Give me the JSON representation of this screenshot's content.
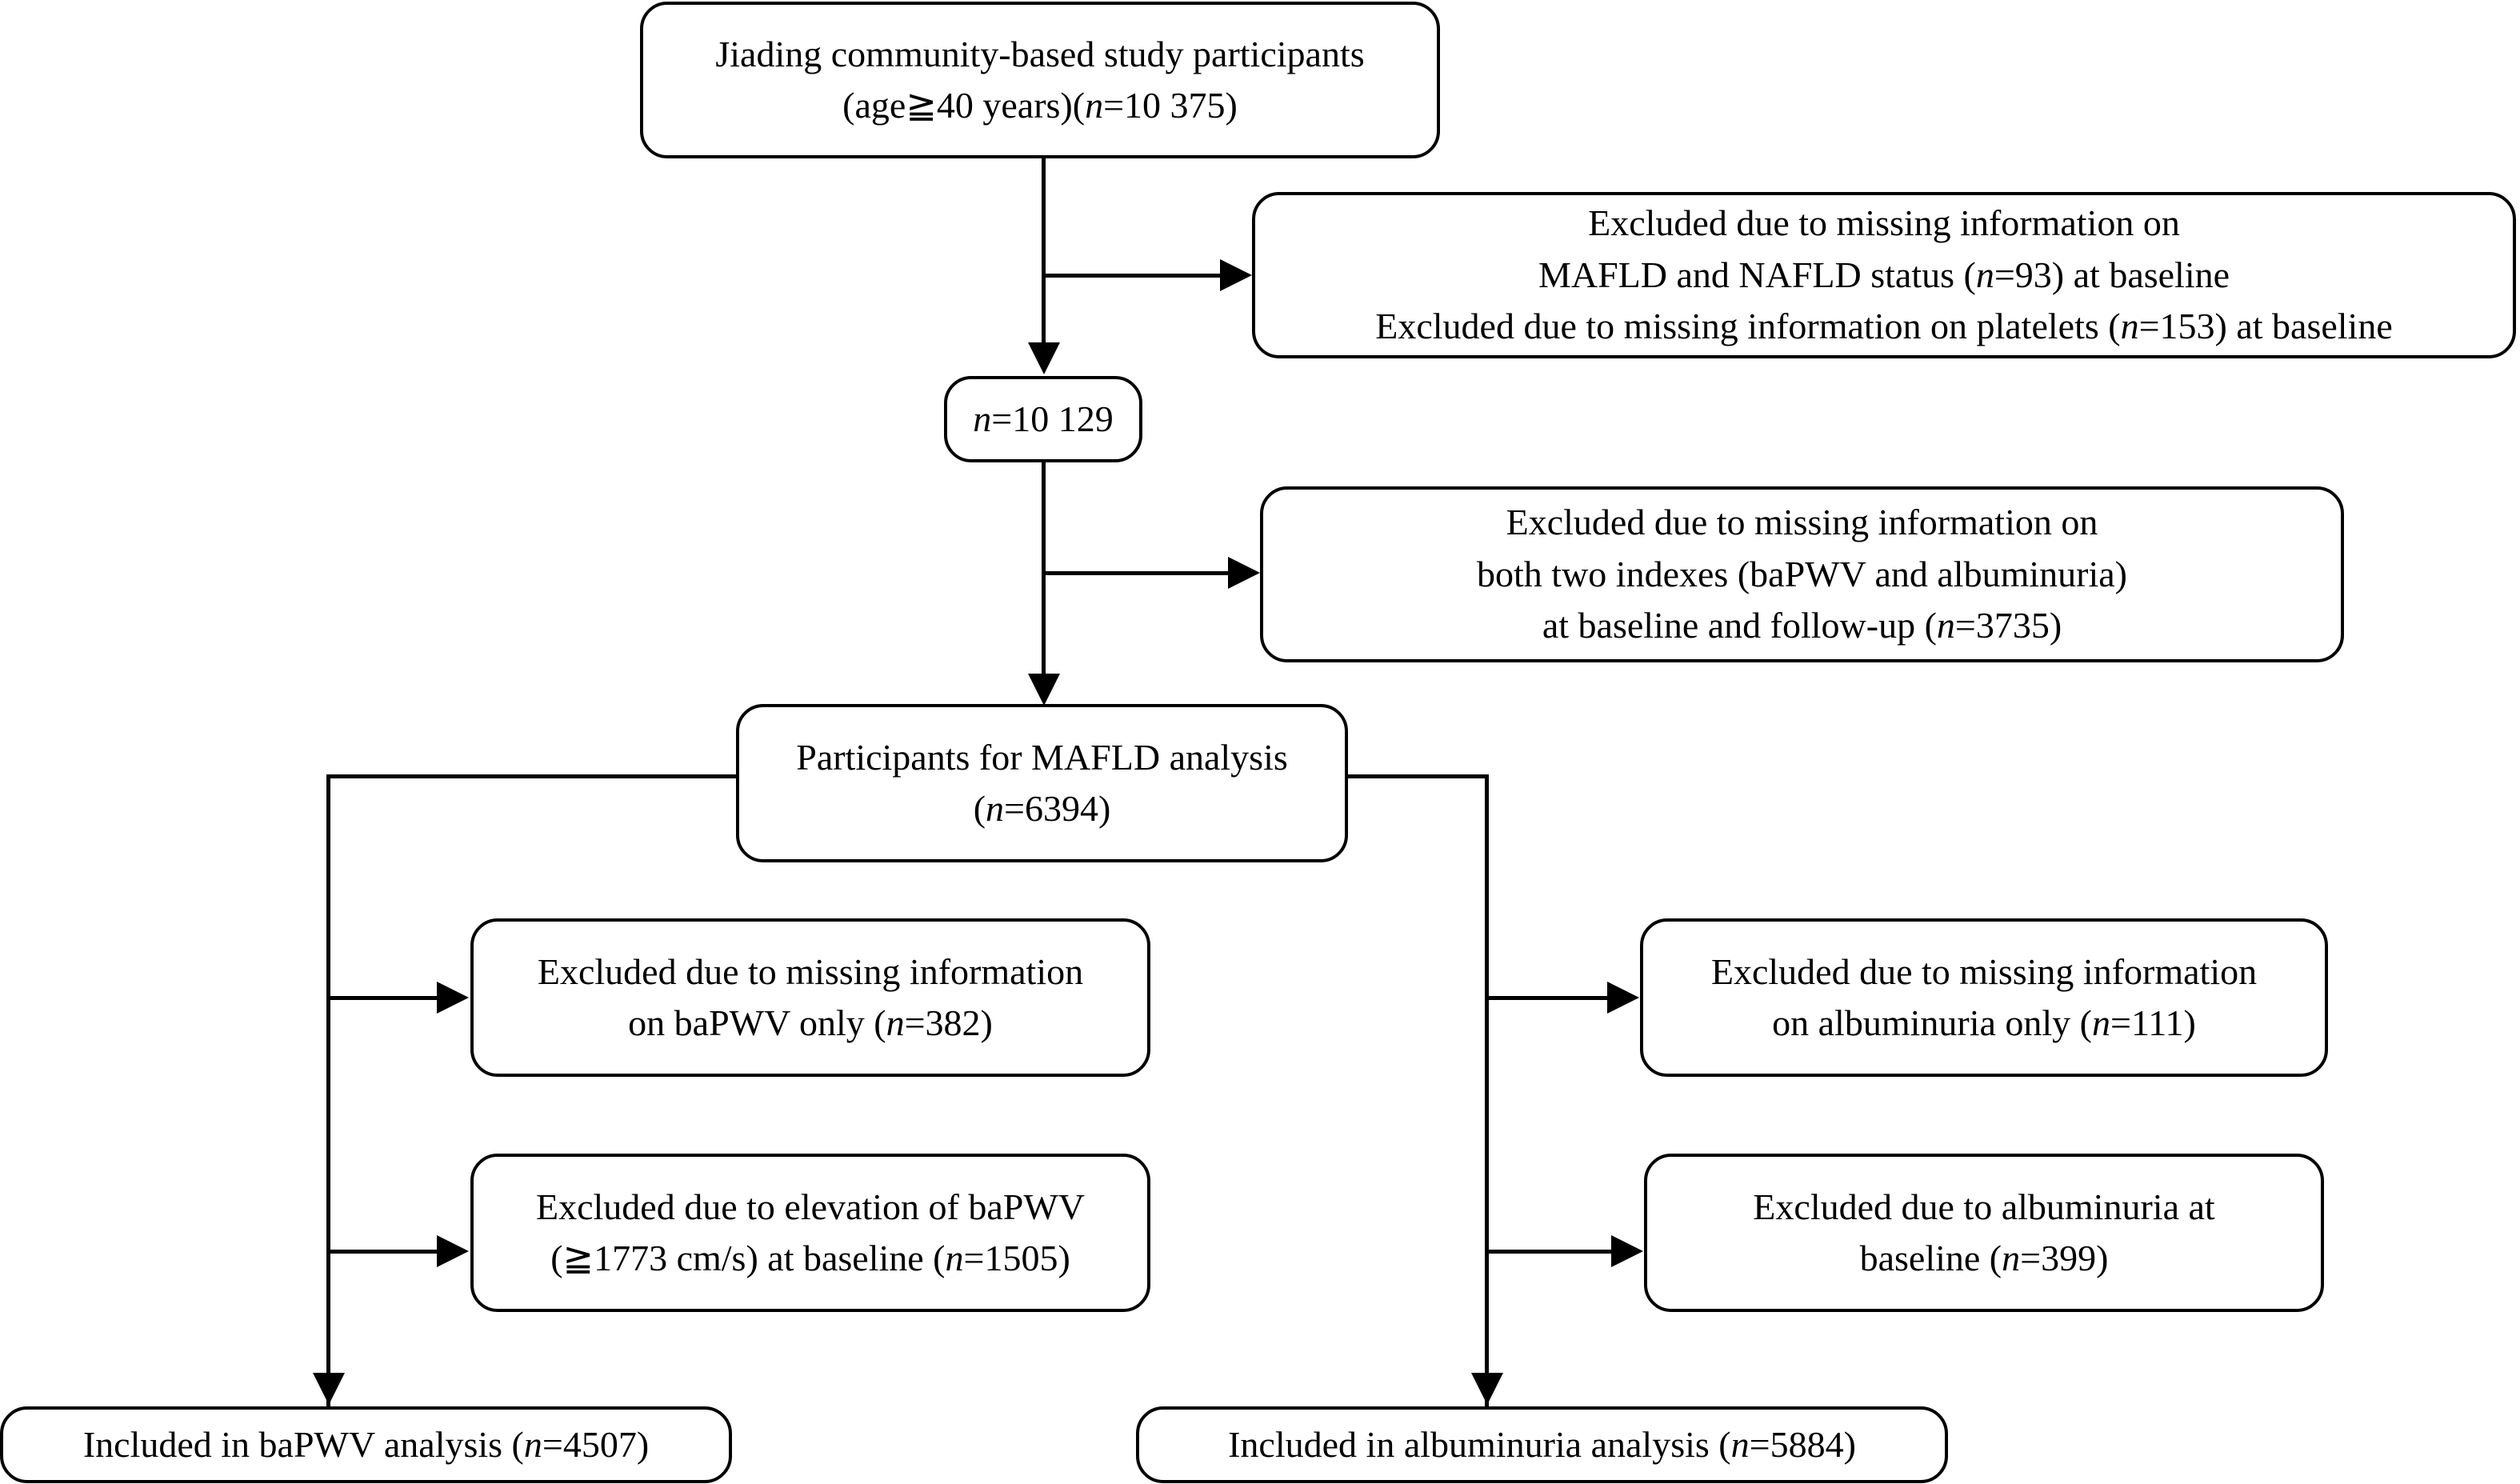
{
  "figure": {
    "type": "flowchart",
    "orientation": "top-down",
    "background_color": "#ffffff",
    "line_color": "#000000",
    "text_color": "#000000"
  },
  "nodes": {
    "top": {
      "id": "participants",
      "line1": "Jiading community-based study participants",
      "line2_pre": "(age",
      "line2_ge": "≧",
      "line2_mid": "40 years)(",
      "line2_n": "n",
      "line2_post": "=10 375)"
    },
    "exclude_1": {
      "id": "excluded-mafld-nafld-platelets",
      "line1": "Excluded due to missing information on",
      "line2_pre": "MAFLD and NAFLD status (",
      "line2_n": "n",
      "line2_post": "=93) at baseline",
      "line3_pre": "Excluded due to missing information on platelets (",
      "line3_n": "n",
      "line3_post": "=153) at baseline"
    },
    "remaining": {
      "id": "remaining-10129",
      "n": "n",
      "value": "=10 129"
    },
    "exclude_2": {
      "id": "excluded-both-indexes",
      "line1": "Excluded due to missing information on",
      "line2": "both two indexes (baPWV and albuminuria)",
      "line3_pre": "at baseline and follow-up (",
      "line3_n": "n",
      "line3_post": "=3735)"
    },
    "mafld": {
      "id": "participants-mafld-analysis",
      "line1": "Participants for MAFLD analysis",
      "line2_pre": "(",
      "line2_n": "n",
      "line2_post": "=6394)"
    },
    "exclude_left_1": {
      "id": "excluded-bapwv-missing",
      "line1": "Excluded due to missing information",
      "line2_pre": "on baPWV only (",
      "line2_n": "n",
      "line2_post": "=382)"
    },
    "exclude_right_1": {
      "id": "excluded-albuminuria-missing",
      "line1": "Excluded due to missing information",
      "line2_pre": "on albuminuria only (",
      "line2_n": "n",
      "line2_post": "=111)"
    },
    "exclude_left_2": {
      "id": "excluded-bapwv-elevation",
      "line1": "Excluded due to elevation of baPWV",
      "line2_pre": "(",
      "line2_ge": "≧",
      "line2_mid": "1773 cm/s) at baseline (",
      "line2_n": "n",
      "line2_post": "=1505)"
    },
    "exclude_right_2": {
      "id": "excluded-albuminuria-baseline",
      "line1": "Excluded due to albuminuria at",
      "line2_pre": "baseline (",
      "line2_n": "n",
      "line2_post": "=399)"
    },
    "included_left": {
      "id": "included-bapwv-analysis",
      "line1_pre": "Included in baPWV analysis (",
      "line1_n": "n",
      "line1_post": "=4507)"
    },
    "included_right": {
      "id": "included-albuminuria-analysis",
      "line1_pre": "Included in albuminuria analysis (",
      "line1_n": "n",
      "line1_post": "=5884)"
    }
  },
  "counts": {
    "screened": 10375,
    "after_first_exclusion": 10129,
    "excluded_mafld_nafld_status": 93,
    "excluded_platelets": 153,
    "excluded_both_indexes": 3735,
    "mafld_analysis": 6394,
    "excluded_bapwv_missing": 382,
    "excluded_albuminuria_missing": 111,
    "excluded_bapwv_elevation": 1505,
    "excluded_albuminuria_baseline": 399,
    "included_bapwv": 4507,
    "included_albuminuria": 5884
  }
}
